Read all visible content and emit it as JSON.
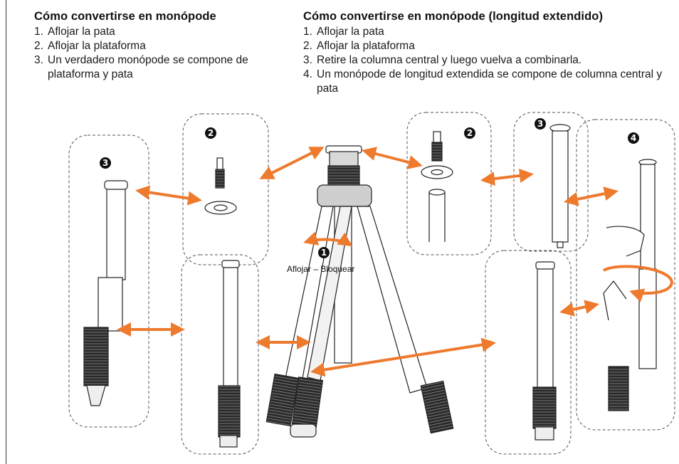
{
  "left_section": {
    "title": "Cómo convertirse en monópode",
    "steps": [
      {
        "num": "1.",
        "text": "Aflojar la pata"
      },
      {
        "num": "2.",
        "text": "Aflojar la plataforma"
      },
      {
        "num": "3.",
        "text": "Un verdadero monópode se compone de plataforma y pata"
      }
    ]
  },
  "right_section": {
    "title": "Cómo convertirse en monópode (longitud extendido)",
    "steps": [
      {
        "num": "1.",
        "text": "Aflojar la pata"
      },
      {
        "num": "2.",
        "text": "Aflojar la plataforma"
      },
      {
        "num": "3.",
        "text": "Retire la columna central y luego vuelva a combinarla."
      },
      {
        "num": "4.",
        "text": "Un monópode de longitud extendida se compone de columna central y pata"
      }
    ]
  },
  "figure": {
    "lock_label": "Aflojar – Bloquear",
    "markers": {
      "m1": "1",
      "m2_left": "2",
      "m3_left": "3",
      "m2_right": "2",
      "m3_right": "3",
      "m4": "4"
    },
    "colors": {
      "arrow": "#ee7a2e",
      "line": "#222222",
      "dash": "#555555"
    }
  }
}
